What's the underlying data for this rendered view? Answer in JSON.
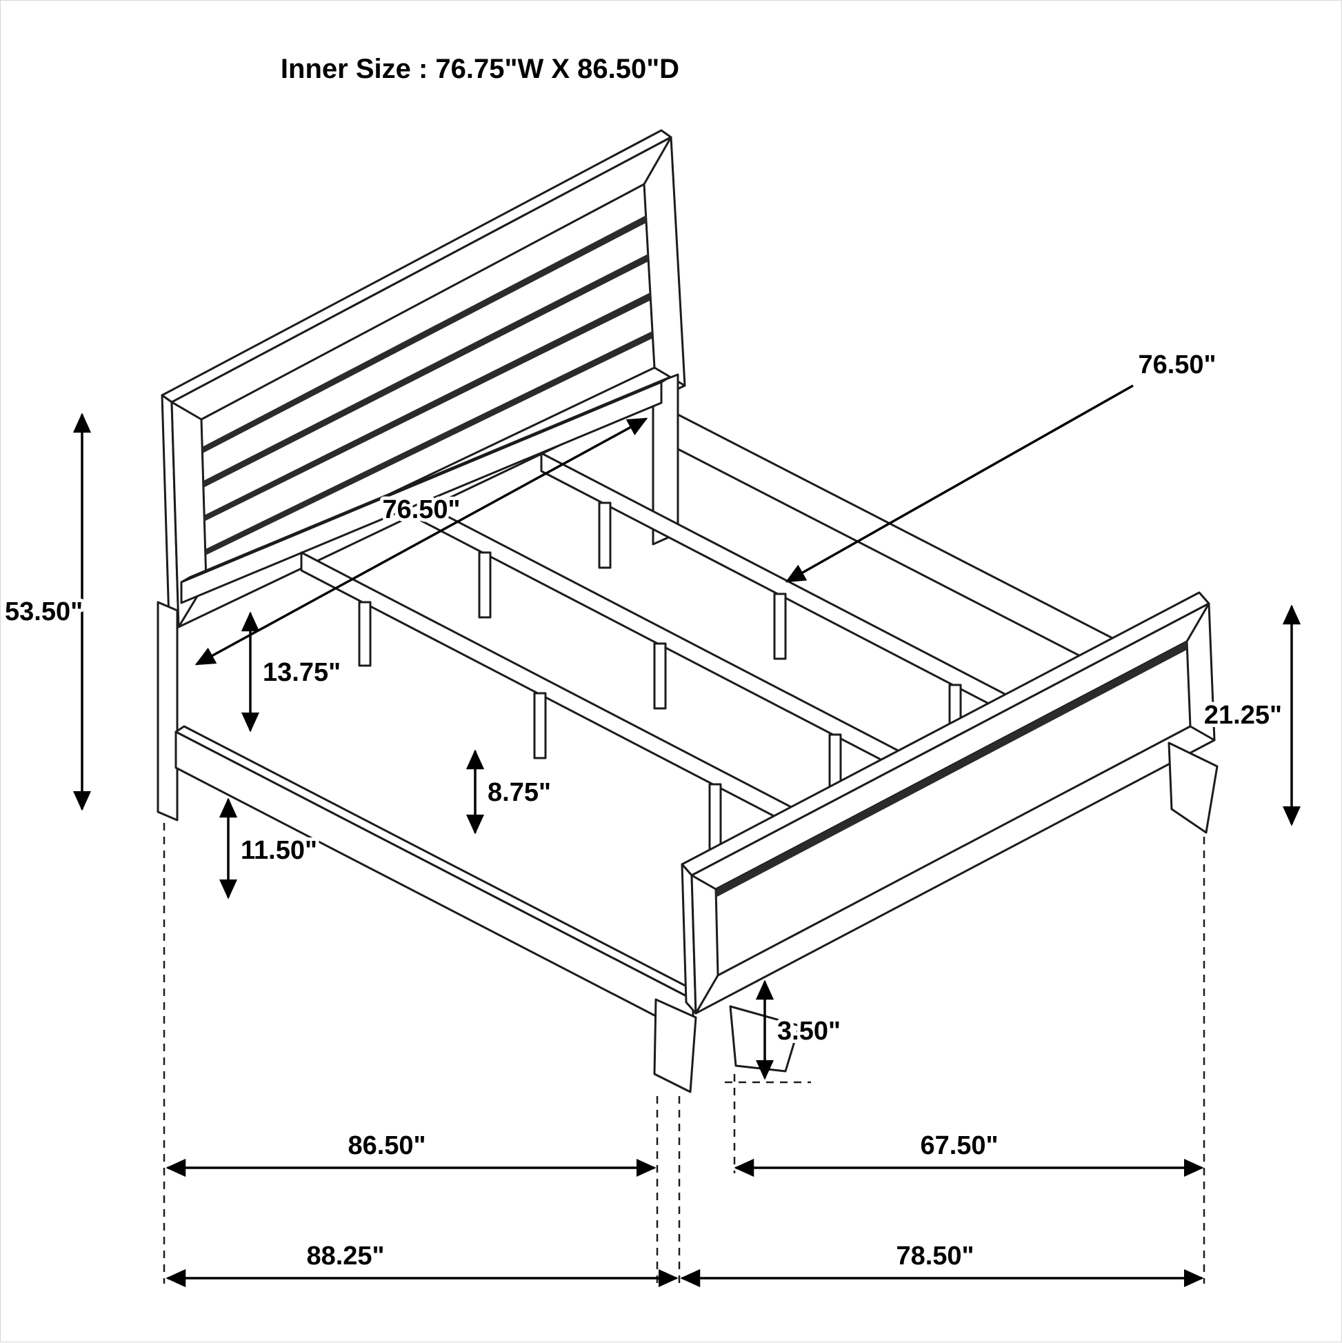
{
  "title": "Inner Size : 76.75\"W X 86.50\"D",
  "dimensions": {
    "headboard_height": "53.50\"",
    "headboard_width": "76.50\"",
    "slat_rail_length": "76.50\"",
    "headboard_panel_to_rail": "13.75\"",
    "support_leg_height": "8.75\"",
    "side_rail_floor_height": "11.50\"",
    "footboard_height": "21.25\"",
    "footboard_foot_height": "3.50\"",
    "side_rail_length": "86.50\"",
    "footboard_inner_span": "67.50\"",
    "overall_length": "88.25\"",
    "overall_width": "78.50\""
  }
}
